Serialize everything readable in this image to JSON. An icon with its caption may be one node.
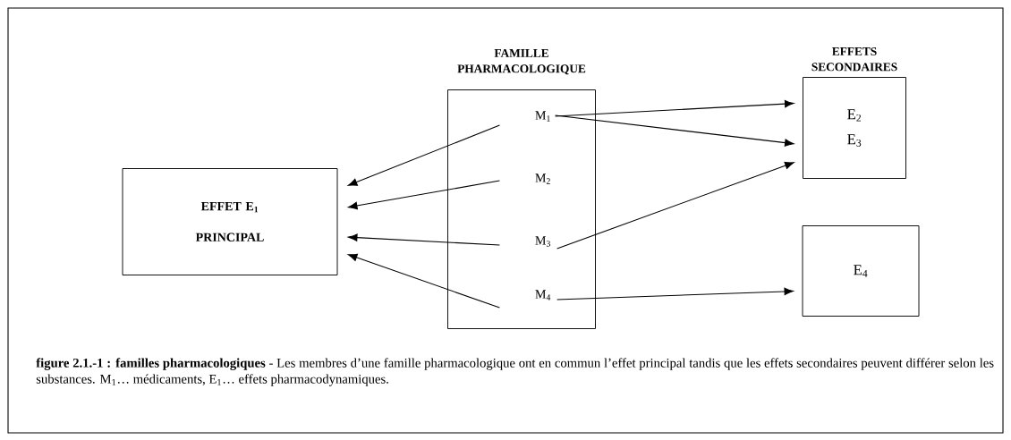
{
  "diagram": {
    "caption": "**figure 2.1.-1 : familles pharmacologiques** - Les membres d’une famille pharmacologique ont en commun l’effet principal tandis que les effets secondaires peuvent différer selon les substances. M$_{1}$… médicaments, E$_{1}$… effets pharmacodynamiques.",
    "nodes": [
      {
        "text": [
          "EFFET E$_{1}$ PRINCIPAL"
        ]
      },
      {
        "text": [
          "FAMILLE PHARMACOLOGIQUE"
        ]
      },
      {
        "text": [
          "M$_{1}$"
        ],
        "in": 1
      },
      {
        "text": [
          "M$_{2}$"
        ],
        "in": 1
      },
      {
        "text": [
          "M$_{3}$"
        ],
        "in": 1
      },
      {
        "text": [
          "M$_{4}$"
        ],
        "in": 1
      },
      {
        "text": [
          "E$_{2}$",
          "E$_{3}$"
        ],
        "beside": [
          "EFFETS SECONDAIRES"
        ]
      },
      {
        "text": [
          "E$_{4}$"
        ]
      }
    ],
    "edges": [
      {
        "from": 2,
        "to": 0,
        "arrow": "to"
      },
      {
        "from": 3,
        "to": 0,
        "arrow": "to"
      },
      {
        "from": 4,
        "to": 0,
        "arrow": "to"
      },
      {
        "from": 5,
        "to": 0,
        "arrow": "to"
      },
      {
        "from": 2,
        "to": 6,
        "arrow": "to"
      },
      {
        "from": 2,
        "to": 6,
        "arrow": "to"
      },
      {
        "from": 4,
        "to": 6,
        "arrow": "to"
      },
      {
        "from": 5,
        "to": 7,
        "arrow": "to"
      }
    ]
  }
}
